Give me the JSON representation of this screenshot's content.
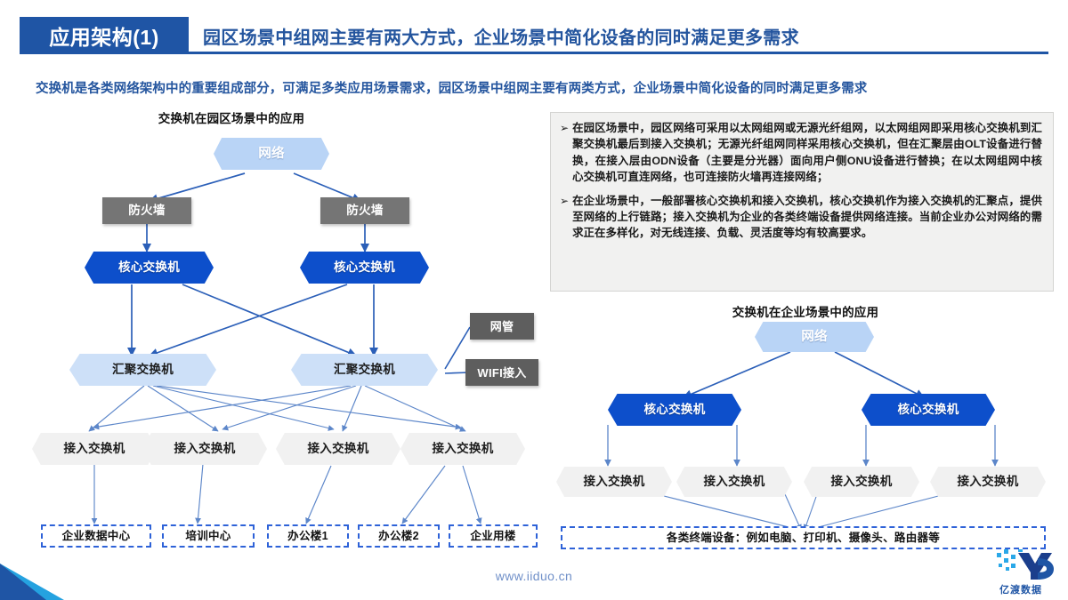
{
  "header": {
    "chip_label": "应用架构(1)",
    "subtitle": "园区场景中组网主要有两大方式，企业场景中简化设备的同时满足更多需求",
    "accent_color": "#1F55A5"
  },
  "lead_paragraph": "交换机是各类网络架构中的重要组成部分，可满足多类应用场景需求，园区场景中组网主要有两类方式，企业场景中简化设备的同时满足更多需求",
  "note_box": {
    "bullet_glyph": "➢",
    "items": [
      "在园区场景中，园区网络可采用以太网组网或无源光纤组网，以太网组网即采用核心交换机到汇聚交换机最后到接入交换机；无源光纤组网同样采用核心交换机，但在汇聚层由OLT设备进行替换，在接入层由ODN设备（主要是分光器）面向用户侧ONU设备进行替换；在以太网组网中核心交换机可直连网络，也可连接防火墙再连接网络；",
      "在企业场景中，一般部署核心交换机和接入交换机，核心交换机作为接入交换机的汇聚点，提供至网络的上行链路；接入交换机为企业的各类终端设备提供网络连接。当前企业办公对网络的需求正在多样化，对无线连接、负载、灵活度等均有较高要求。"
    ]
  },
  "campus_diagram": {
    "title": "交换机在园区场景中的应用",
    "network": "网络",
    "firewalls": [
      "防火墙",
      "防火墙"
    ],
    "core_switches": [
      "核心交换机",
      "核心交换机"
    ],
    "agg_switches": [
      "汇聚交换机",
      "汇聚交换机"
    ],
    "side_nodes": [
      "网管",
      "WIFI接入"
    ],
    "access_switches": [
      "接入交换机",
      "接入交换机",
      "接入交换机",
      "接入交换机"
    ],
    "endpoints": [
      "企业数据中心",
      "培训中心",
      "办公楼1",
      "办公楼2",
      "企业用楼"
    ]
  },
  "enterprise_diagram": {
    "title": "交换机在企业场景中的应用",
    "network": "网络",
    "core_switches": [
      "核心交换机",
      "核心交换机"
    ],
    "access_switches": [
      "接入交换机",
      "接入交换机",
      "接入交换机",
      "接入交换机"
    ],
    "endpoint": "各类终端设备：例如电脑、打印机、摄像头、路由器等"
  },
  "footer": {
    "url": "www.iiduo.cn",
    "logo_mark": "YD",
    "logo_text": "亿渡数据"
  },
  "colors": {
    "brand_blue": "#1F55A5",
    "core_blue": "#0D4FCB",
    "network_blue": "#B9D4F6",
    "agg_blue": "#CDE0F8",
    "access_gray": "#F1F1F1",
    "firewall_gray": "#757575",
    "dash_blue": "#2E62D8",
    "link_blue": "#2B5FB8"
  }
}
